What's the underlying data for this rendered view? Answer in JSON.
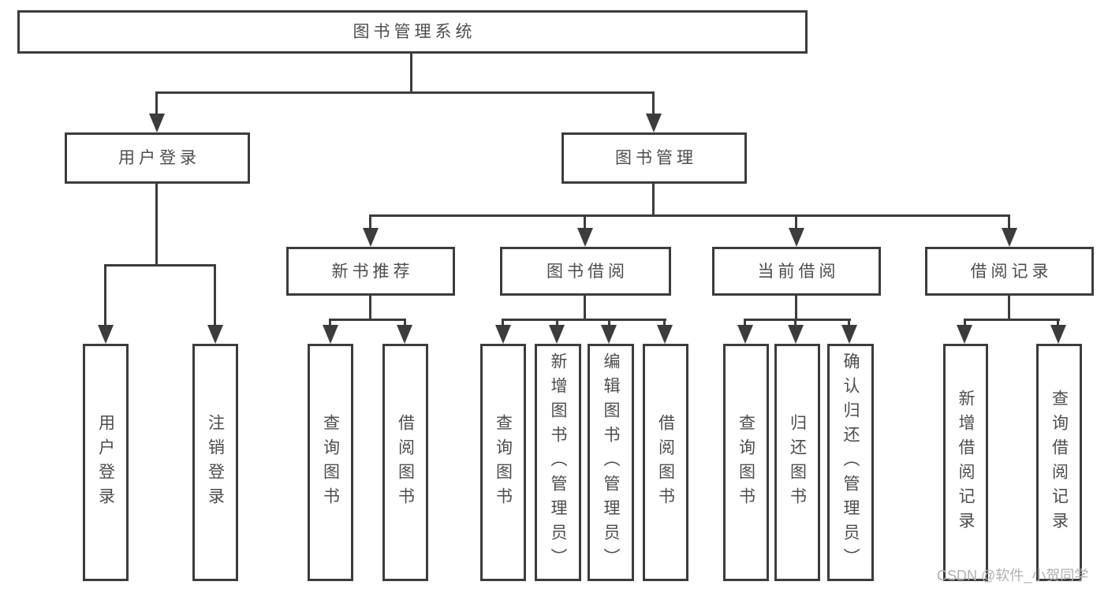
{
  "tree": {
    "label": "图书管理系统",
    "children": [
      {
        "label": "用户登录",
        "children": [
          {
            "label": "用户登录"
          },
          {
            "label": "注销登录"
          }
        ]
      },
      {
        "label": "图书管理",
        "children": [
          {
            "label": "新书推荐",
            "children": [
              {
                "label": "查询图书"
              },
              {
                "label": "借阅图书"
              }
            ]
          },
          {
            "label": "图书借阅",
            "children": [
              {
                "label": "查询图书"
              },
              {
                "label": "新增图书（管理员）"
              },
              {
                "label": "编辑图书（管理员）"
              },
              {
                "label": "借阅图书"
              }
            ]
          },
          {
            "label": "当前借阅",
            "children": [
              {
                "label": "查询图书"
              },
              {
                "label": "归还图书"
              },
              {
                "label": "确认归还（管理员）"
              }
            ]
          },
          {
            "label": "借阅记录",
            "children": [
              {
                "label": "新增借阅记录"
              },
              {
                "label": "查询借阅记录"
              }
            ]
          }
        ]
      }
    ]
  },
  "watermark": {
    "text": "CSDN @软件_小贺同学"
  },
  "colors": {
    "line": "#3c3c3c",
    "text": "#4d4d4d",
    "watermark": "#b0b0b0",
    "background": "#ffffff"
  }
}
